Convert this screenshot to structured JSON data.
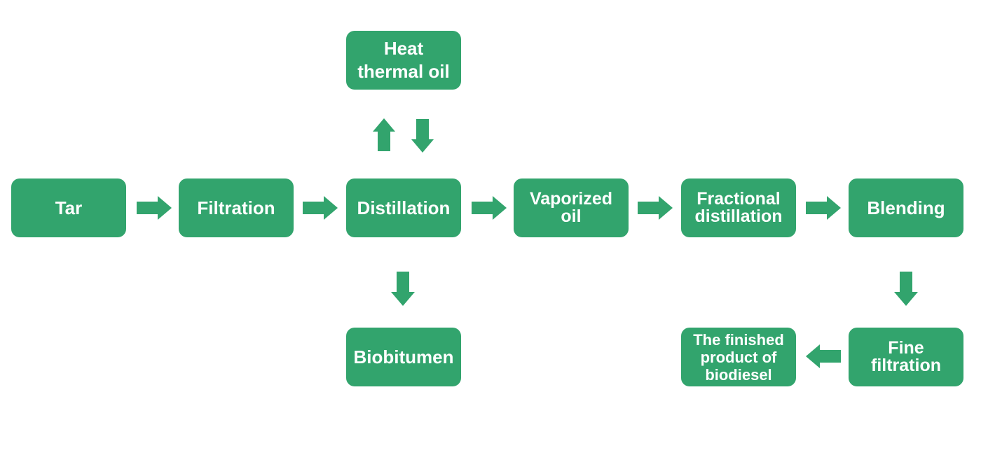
{
  "diagram": {
    "nodes": [
      {
        "id": "tar",
        "label": "Tar"
      },
      {
        "id": "filtration",
        "label": "Filtration"
      },
      {
        "id": "distillation",
        "label": "Distillation"
      },
      {
        "id": "vaporized_oil",
        "label": "Vaporized\noil"
      },
      {
        "id": "fractional_distillation",
        "label": "Fractional\ndistillation"
      },
      {
        "id": "blending",
        "label": "Blending"
      },
      {
        "id": "heat_thermal_oil",
        "label": "Heat\nthermal oil"
      },
      {
        "id": "biobitumen",
        "label": "Biobitumen"
      },
      {
        "id": "fine_filtration",
        "label": "Fine\nfiltration"
      },
      {
        "id": "finished_product",
        "label": "The finished\nproduct of\nbiodiesel"
      }
    ],
    "edges": [
      {
        "from": "tar",
        "to": "filtration"
      },
      {
        "from": "filtration",
        "to": "distillation"
      },
      {
        "from": "distillation",
        "to": "vaporized_oil"
      },
      {
        "from": "vaporized_oil",
        "to": "fractional_distillation"
      },
      {
        "from": "fractional_distillation",
        "to": "blending"
      },
      {
        "from": "distillation",
        "to": "heat_thermal_oil"
      },
      {
        "from": "heat_thermal_oil",
        "to": "distillation"
      },
      {
        "from": "distillation",
        "to": "biobitumen"
      },
      {
        "from": "blending",
        "to": "fine_filtration"
      },
      {
        "from": "fine_filtration",
        "to": "finished_product"
      }
    ],
    "colors": {
      "node_fill": "#32a46d",
      "arrow_fill": "#32a46d",
      "text": "#ffffff"
    }
  }
}
